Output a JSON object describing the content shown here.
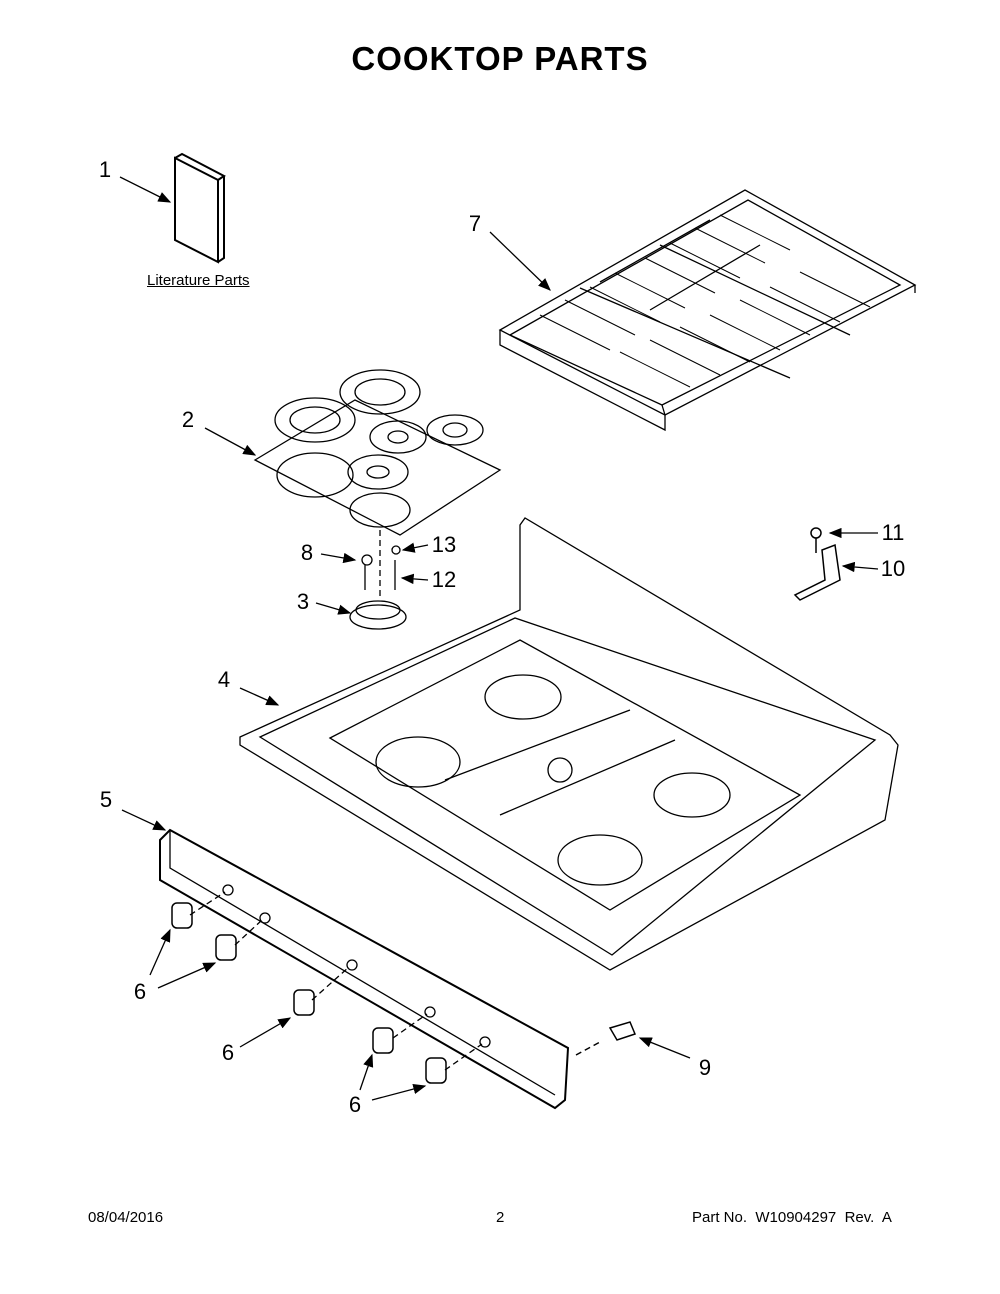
{
  "title": "COOKTOP PARTS",
  "literature_label": "Literature Parts",
  "callouts": {
    "c1": "1",
    "c2": "2",
    "c3": "3",
    "c4": "4",
    "c5": "5",
    "c6a": "6",
    "c6b": "6",
    "c6c": "6",
    "c7": "7",
    "c8": "8",
    "c9": "9",
    "c10": "10",
    "c11": "11",
    "c12": "12",
    "c13": "13"
  },
  "footer": {
    "date": "08/04/2016",
    "page": "2",
    "part_no": "Part No.  W10904297  Rev.  A"
  }
}
